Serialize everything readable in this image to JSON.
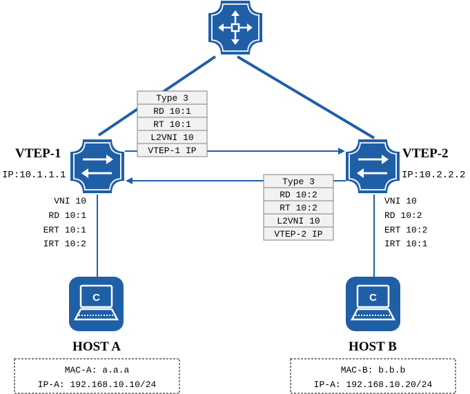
{
  "colors": {
    "device": "#1f5fa6",
    "link": "#1f5fa6",
    "route_table_bg": "#f2f2f2",
    "route_table_border": "#7f7f7f",
    "text": "#000000",
    "box_border": "#000000"
  },
  "nodes": {
    "route_reflector": {
      "icon": "router-icon"
    },
    "vtep1": {
      "name": "VTEP-1",
      "ip": "IP:10.1.1.1",
      "icon": "switch-icon",
      "config": [
        "VNI 10",
        "RD 10:1",
        "ERT 10:1",
        "IRT 10:2"
      ]
    },
    "vtep2": {
      "name": "VTEP-2",
      "ip": "IP:10.2.2.2",
      "icon": "switch-icon",
      "config": [
        "VNI 10",
        "RD 10:2",
        "ERT 10:2",
        "IRT 10:1"
      ]
    },
    "host_a": {
      "name": "HOST A",
      "icon": "laptop-icon",
      "icon_letter": "C",
      "mac": "MAC-A: a.a.a",
      "ip": "IP-A: 192.168.10.10/24"
    },
    "host_b": {
      "name": "HOST B",
      "icon": "laptop-icon",
      "icon_letter": "C",
      "mac": "MAC-B: b.b.b",
      "ip": "IP-A: 192.168.10.20/24"
    }
  },
  "routes": {
    "vtep1_advert": [
      "Type 3",
      "RD 10:1",
      "RT 10:1",
      "L2VNI 10",
      "VTEP-1 IP"
    ],
    "vtep2_advert": [
      "Type 3",
      "RD 10:2",
      "RT 10:2",
      "L2VNI 10",
      "VTEP-2 IP"
    ]
  }
}
